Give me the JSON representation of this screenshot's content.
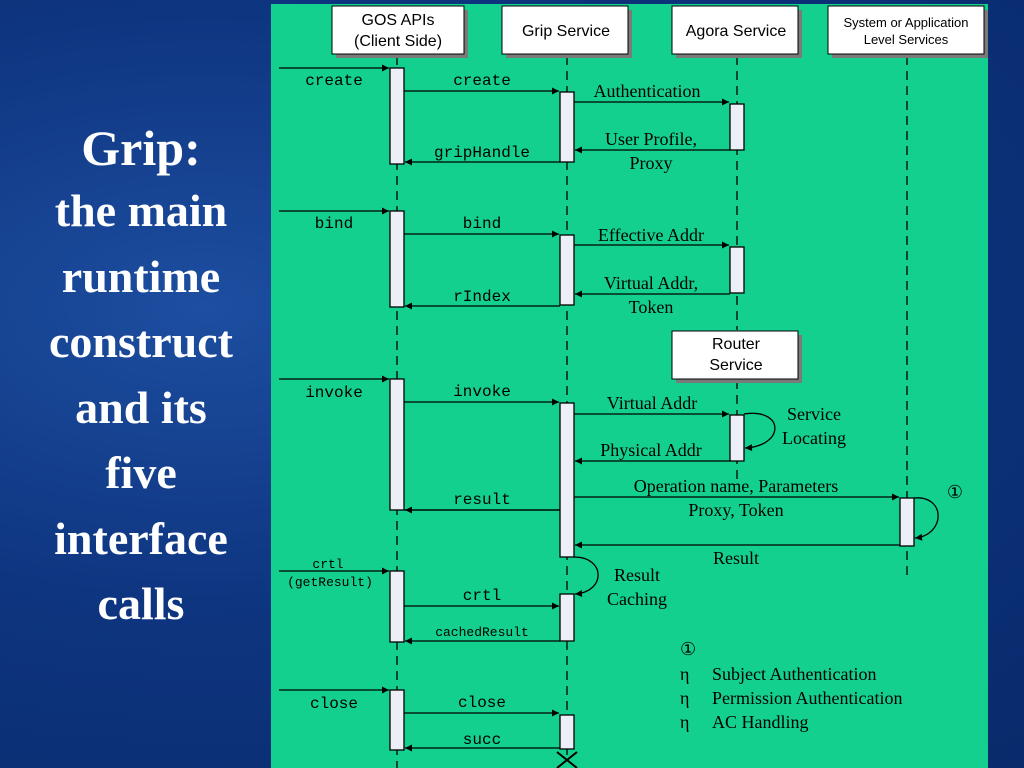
{
  "slide": {
    "title_line1": "Grip:",
    "title_lines": [
      "the main",
      "runtime",
      "construct",
      "and its",
      "five",
      "interface",
      "calls"
    ]
  },
  "colors": {
    "background": "#0e3580",
    "panel": "#14d08f",
    "box_fill": "#ffffff",
    "activation_fill": "#eceff7",
    "line": "#000000",
    "title_text": "#ffffff"
  },
  "participants": {
    "gos": [
      "GOS APIs",
      "(Client Side)"
    ],
    "grip": "Grip Service",
    "agora": "Agora Service",
    "system": [
      "System or Application",
      "Level Services"
    ],
    "router": [
      "Router",
      "Service"
    ]
  },
  "calls": {
    "create": {
      "external": "create",
      "to_grip": "create",
      "to_agora": "Authentication",
      "from_agora": [
        "User Profile,",
        "Proxy"
      ],
      "return": "gripHandle"
    },
    "bind": {
      "external": "bind",
      "to_grip": "bind",
      "to_agora": "Effective Addr",
      "from_agora": [
        "Virtual Addr,",
        "Token"
      ],
      "return": "rIndex"
    },
    "invoke": {
      "external": "invoke",
      "to_grip": "invoke",
      "to_router": "Virtual Addr",
      "router_self": [
        "Service",
        "Locating"
      ],
      "from_router": "Physical Addr",
      "to_system": [
        "Operation name, Parameters",
        "Proxy, Token"
      ],
      "system_self": "①",
      "system_return": "Result",
      "return": "result",
      "grip_self": [
        "Result",
        "Caching"
      ]
    },
    "crtl": {
      "external": [
        "crtl",
        "(getResult)"
      ],
      "to_grip": "crtl",
      "return": "cachedResult"
    },
    "close": {
      "external": "close",
      "to_grip": "close",
      "return": "succ"
    }
  },
  "notes": {
    "marker": "①",
    "bullet": "η",
    "items": [
      "Subject Authentication",
      "Permission Authentication",
      "AC Handling"
    ]
  }
}
